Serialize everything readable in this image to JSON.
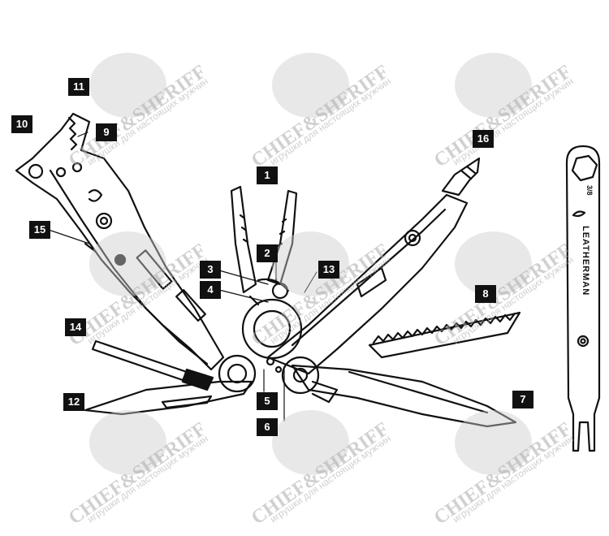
{
  "callouts": [
    {
      "id": "1",
      "label": "1"
    },
    {
      "id": "2",
      "label": "2"
    },
    {
      "id": "3",
      "label": "3"
    },
    {
      "id": "4",
      "label": "4"
    },
    {
      "id": "5",
      "label": "5"
    },
    {
      "id": "6",
      "label": "6"
    },
    {
      "id": "7",
      "label": "7"
    },
    {
      "id": "8",
      "label": "8"
    },
    {
      "id": "9",
      "label": "9"
    },
    {
      "id": "10",
      "label": "10"
    },
    {
      "id": "11",
      "label": "11"
    },
    {
      "id": "12",
      "label": "12"
    },
    {
      "id": "13",
      "label": "13"
    },
    {
      "id": "14",
      "label": "14"
    },
    {
      "id": "15",
      "label": "15"
    },
    {
      "id": "16",
      "label": "16"
    }
  ],
  "wrench": {
    "size": "3/8",
    "brand": "LEATHERMAN"
  },
  "watermark": {
    "line1": "CHIEF&SHERIFF",
    "line2": "игрушки для настоящих мужчин"
  },
  "colors": {
    "line": "#111111",
    "callout_bg": "#111111",
    "callout_text": "#ffffff",
    "watermark": "#aaaaaa"
  }
}
